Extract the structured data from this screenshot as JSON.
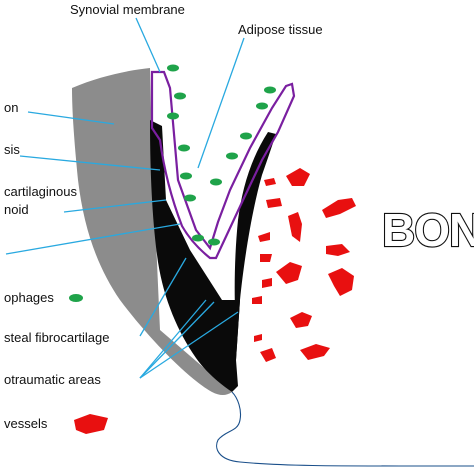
{
  "labels": {
    "synovial_membrane": "Synovial membrane",
    "adipose_tissue": "Adipose tissue",
    "tendon": "on",
    "enthesis": "sis",
    "cartilaginous_1": "cartilaginous",
    "cartilaginous_2": "noid",
    "macrophages": "ophages",
    "periosteal_fibrocartilage": "steal fibrocartilage",
    "microtraumatic_areas": "otraumatic areas",
    "blood_vessels": "vessels",
    "bone": "BON"
  },
  "colors": {
    "tendon_gray": "#8c8c8c",
    "fibrocartilage_black": "#0a0a0a",
    "synovial_outline": "#7a1fa0",
    "macrophage_green": "#1fa34a",
    "vessel_red": "#e81010",
    "leader_blue": "#29a9e0"
  }
}
